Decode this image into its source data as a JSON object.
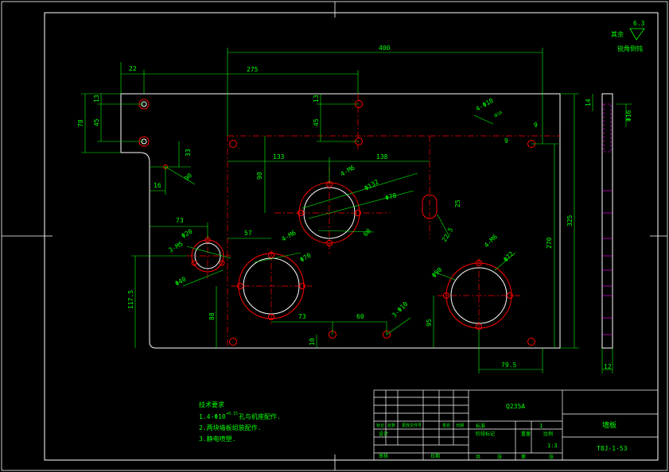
{
  "sheet": {
    "background": "#000000",
    "frame_color": "#ffffff"
  },
  "colors": {
    "outline": "#ffffff",
    "dimension": "#00ff00",
    "centerline": "#ff0000",
    "hidden": "#ff00ff",
    "text": "#00ff00"
  },
  "roughness": {
    "value": "6.3",
    "label_left": "其余",
    "label_bottom": "锐角倒钝"
  },
  "dimensions": {
    "width_400": "400",
    "width_275": "275",
    "left_22": "22",
    "height_78": "78",
    "v_13_top": "13",
    "v_45_left": "45",
    "v_13_mid": "13",
    "v_45_mid": "45",
    "hole_4_phi10": "4-Φ10",
    "depth_mark": "深10",
    "h_9": "9",
    "v_9": "9",
    "v_33": "33",
    "d_90": "90",
    "h_16": "16",
    "h_133": "133",
    "h_138": "138",
    "v_90": "90",
    "label_4_m6_top": "4-M6",
    "dia_132": "Φ132",
    "dia_78": "Φ78",
    "slot_25": "25",
    "d_60": "60",
    "d_22_5": "22.5",
    "h_73": "73",
    "dia_20": "Φ20",
    "label_3_m5": "3-M5",
    "dia_40": "Φ40",
    "h_57": "57",
    "label_4_m6_mid": "4-M6",
    "dia_70": "Φ70",
    "v_117_5": "117.5",
    "v_88": "88",
    "h_73b": "73",
    "h_60": "60",
    "v_10": "10",
    "label_3_phi10": "3-Φ10",
    "v_95": "95",
    "dia_90": "Φ90",
    "label_4_m6_right": "4-M6",
    "dia_72": "Φ72",
    "h_79_5": "79.5",
    "v_270": "270",
    "v_325": "325",
    "side_t_14": "14",
    "side_phi16": "Φ16",
    "side_width_12": "12"
  },
  "notes": {
    "title": "技术要求",
    "line1": "1.4-Φ10",
    "line1_sup": "+0.15",
    "line1_rest": "孔与机座配作.",
    "line2": "2.两块墙板组装配作.",
    "line3": "3.静电喷塑."
  },
  "title_block": {
    "material": "Q235A",
    "part_name": "墙板",
    "drawing_no": "T8J-1-53",
    "scale": "1:3",
    "qty": "1",
    "col_labels": [
      "标记",
      "处数",
      "更改文件号",
      "签名",
      "日期"
    ],
    "row_labels": [
      "设计",
      "审核"
    ],
    "stage_labels": [
      "阶段标记",
      "重量",
      "比例"
    ],
    "approve_label": "日期",
    "bottom_labels": [
      "共",
      "张",
      "第",
      "张"
    ],
    "bom_label": "标准"
  }
}
